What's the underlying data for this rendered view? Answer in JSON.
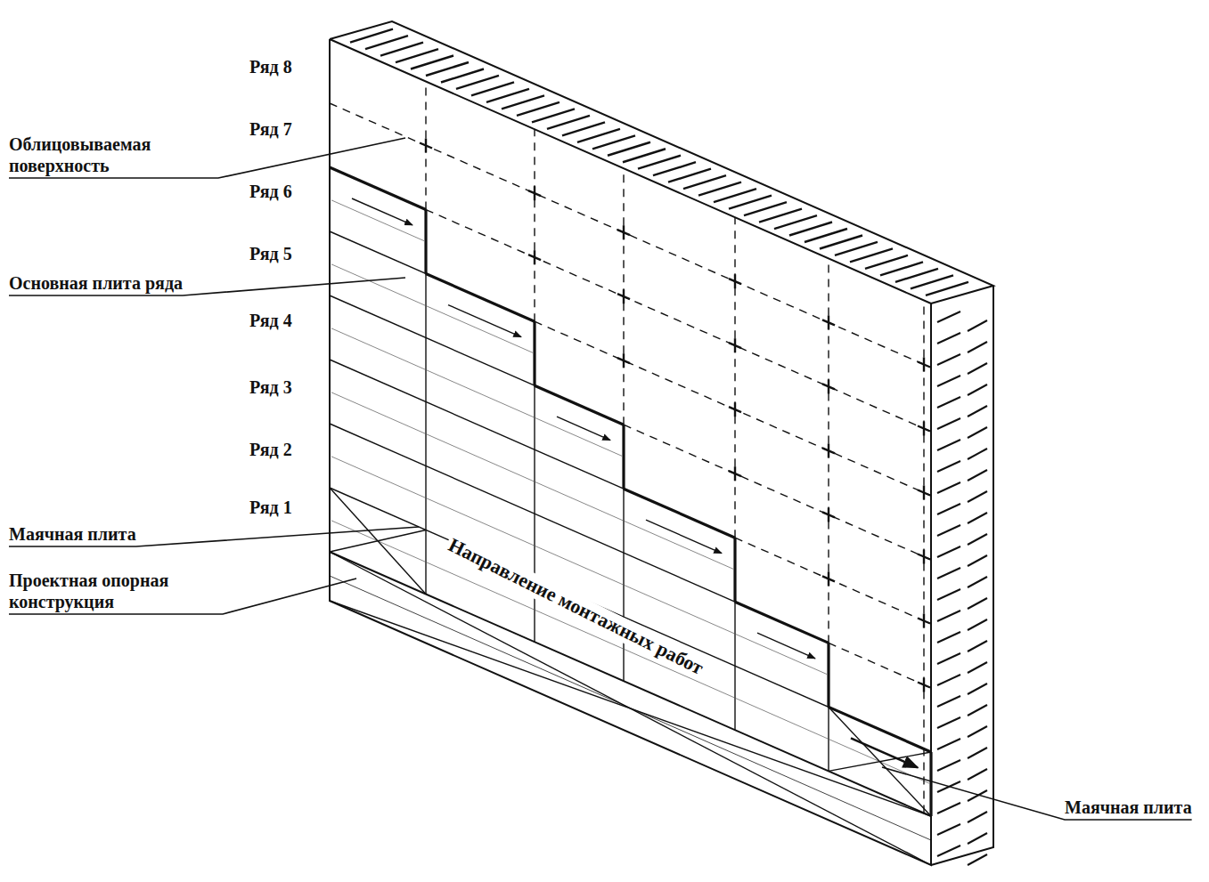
{
  "diagram": {
    "labels": [
      "Ряд 8",
      "Ряд 7",
      "Облицовываемая поверхность",
      "Ряд 6",
      "Ряд 5",
      "Основная плита ряда",
      "Ряд 4",
      "Ряд 3",
      "Ряд 2",
      "Ряд 1",
      "Маячная плита",
      "Проектная опорная конструкция",
      "Направление монтажных работ",
      "Маячная плита"
    ]
  }
}
